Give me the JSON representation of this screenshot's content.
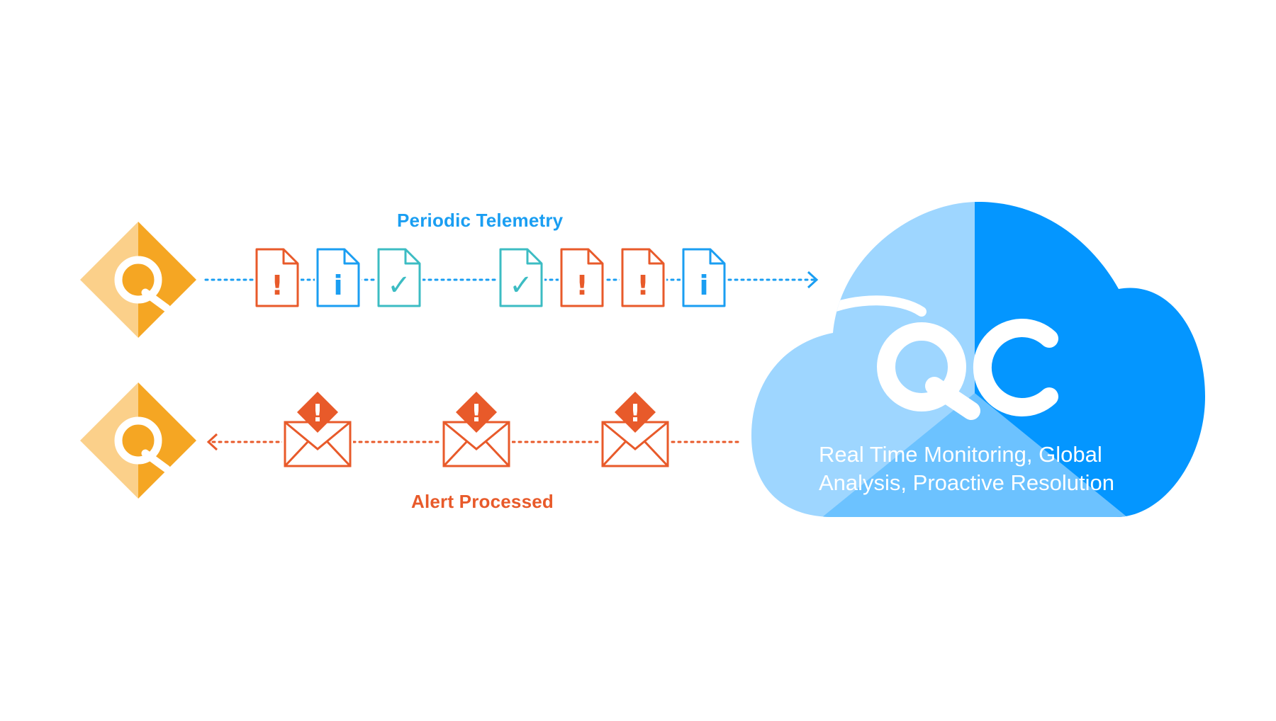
{
  "labels": {
    "telemetry": "Periodic Telemetry",
    "alert": "Alert Processed"
  },
  "cloud": {
    "logo_text": "QC",
    "caption_line1": "Real Time Monitoring, Global",
    "caption_line2": "Analysis, Proactive Resolution"
  },
  "telemetry_docs": [
    {
      "type": "alert-doc",
      "glyph": "!"
    },
    {
      "type": "info-doc",
      "glyph": "i"
    },
    {
      "type": "ok-doc",
      "glyph": "✓"
    },
    {
      "type": "ok-doc",
      "glyph": "✓"
    },
    {
      "type": "alert-doc",
      "glyph": "!"
    },
    {
      "type": "alert-doc",
      "glyph": "!"
    },
    {
      "type": "info-doc",
      "glyph": "i"
    }
  ],
  "alert_envelopes": [
    {
      "type": "alert-envelope",
      "glyph": "!"
    },
    {
      "type": "alert-envelope",
      "glyph": "!"
    },
    {
      "type": "alert-envelope",
      "glyph": "!"
    }
  ],
  "colors": {
    "telemetry_blue": "#1a9ef2",
    "alert_orange": "#e85a2a",
    "ok_teal": "#3cbcc3",
    "node_gold": "#f5a623",
    "node_gold_light": "#fbd08a",
    "cloud_light": "#9ed6ff",
    "cloud_mid": "#6cc2ff",
    "cloud_dark": "#0496ff"
  }
}
